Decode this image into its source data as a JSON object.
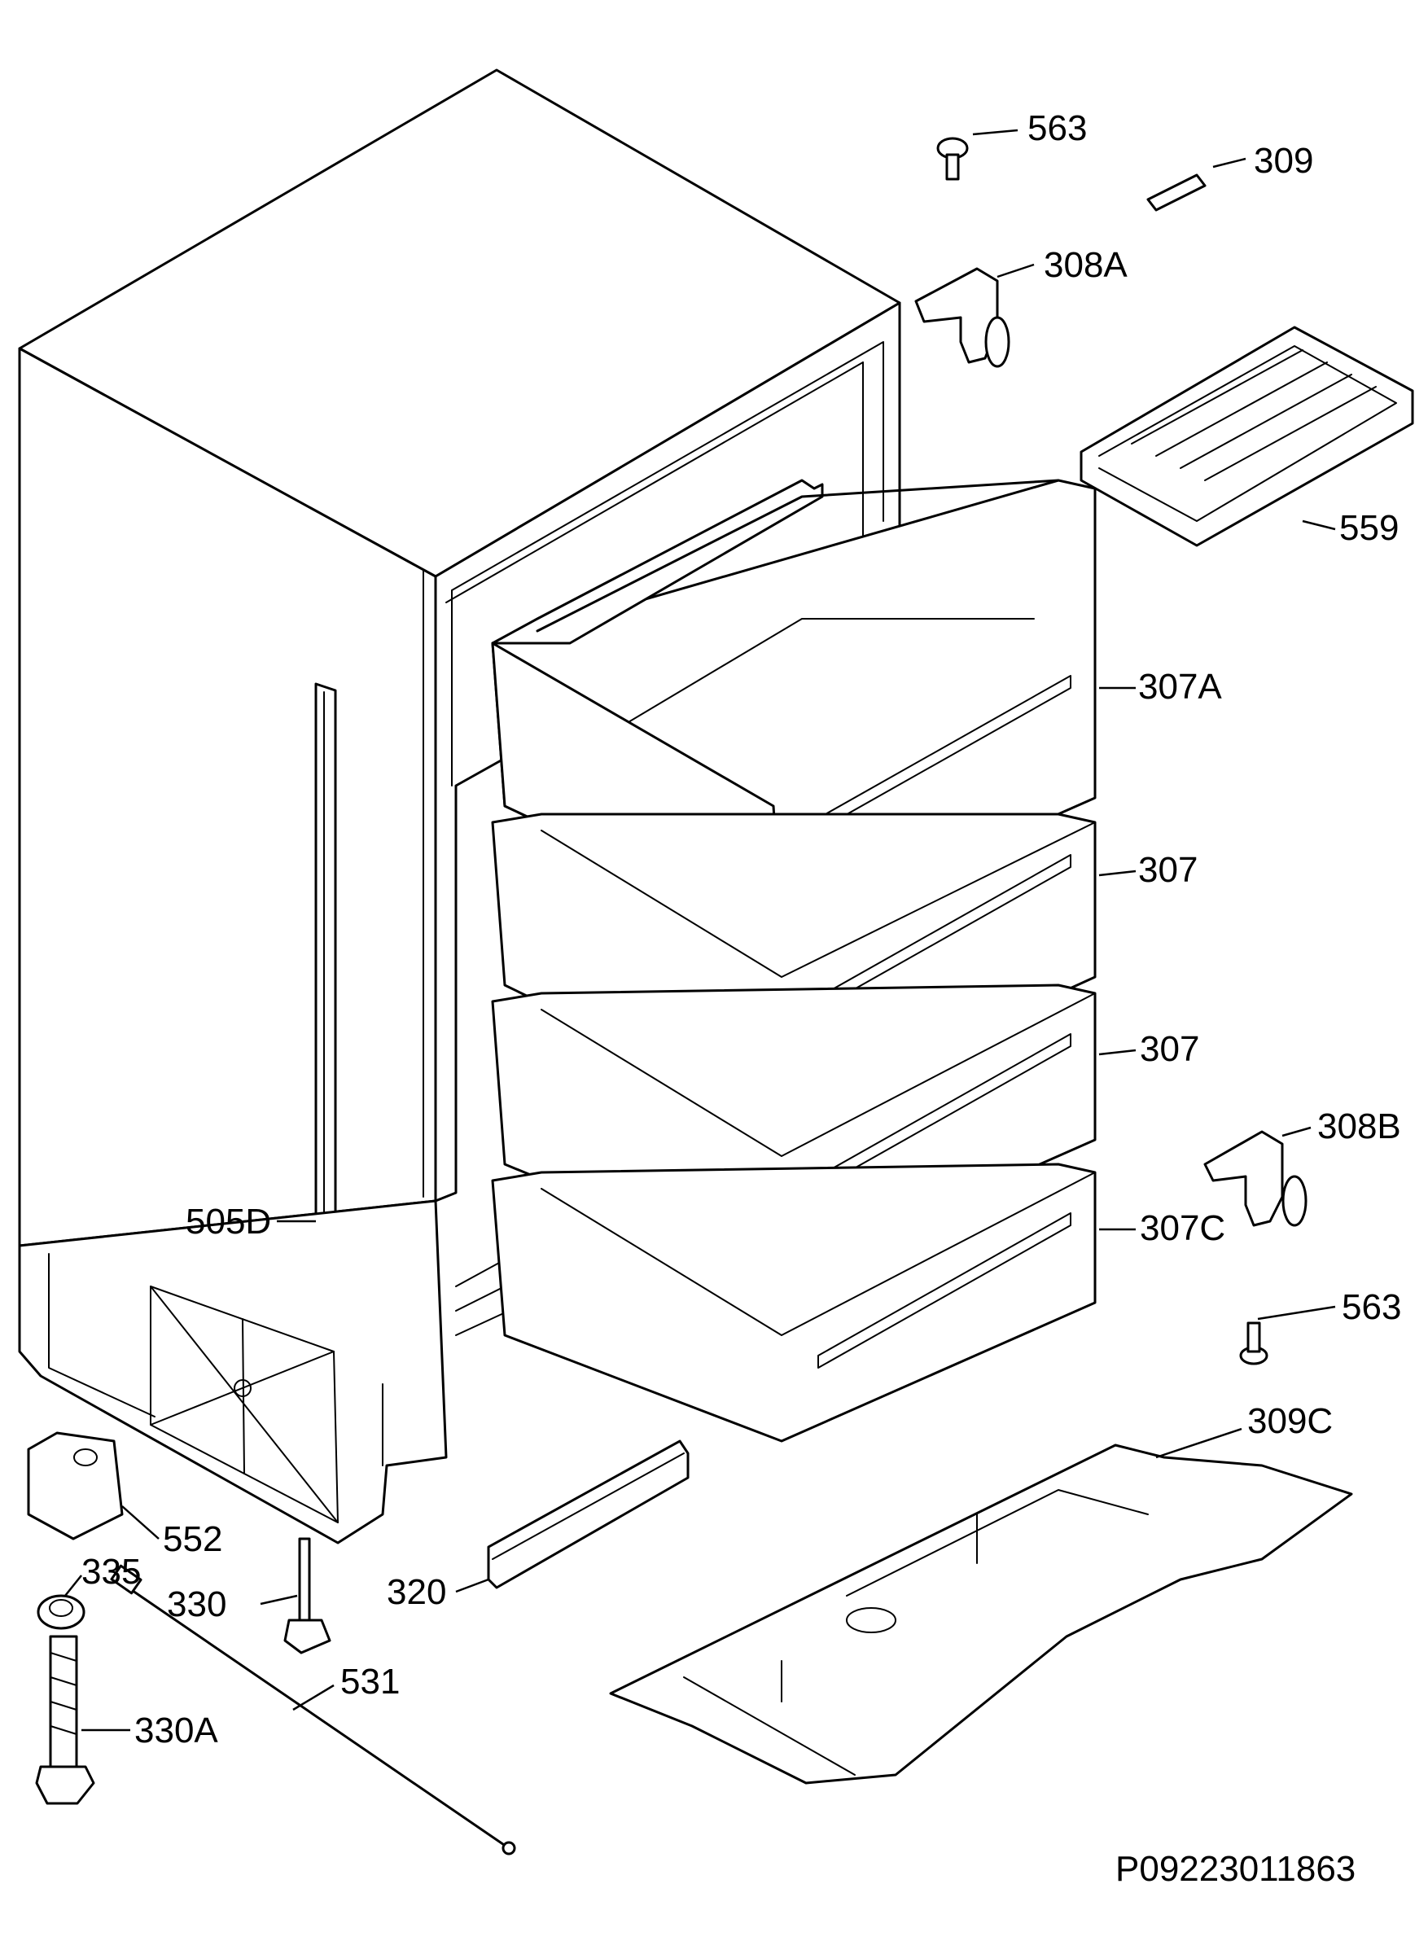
{
  "labels": {
    "p563_top": "563",
    "p309": "309",
    "p308a": "308A",
    "p559": "559",
    "p307a": "307A",
    "p307_1": "307",
    "p307_2": "307",
    "p308b": "308B",
    "p307c": "307C",
    "p563_bottom": "563",
    "p505d": "505D",
    "p309c": "309C",
    "p552": "552",
    "p335": "335",
    "p330": "330",
    "p320": "320",
    "p531": "531",
    "p330a": "330A"
  },
  "drawing_code": "P09223011863"
}
